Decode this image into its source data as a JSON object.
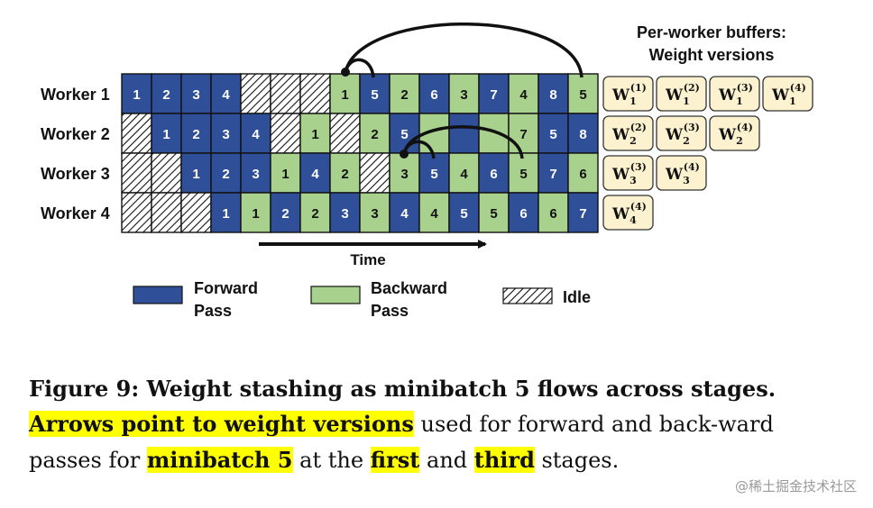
{
  "colors": {
    "forward": "#2f4f98",
    "backward": "#a9d18e",
    "idle_bg": "#ffffff",
    "buffer_fill": "#fdf2cf",
    "buffer_stroke": "#333333",
    "highlight": "#ffff00"
  },
  "workers": [
    "Worker 1",
    "Worker 2",
    "Worker 3",
    "Worker 4"
  ],
  "schedule": [
    [
      [
        "F",
        "1"
      ],
      [
        "F",
        "2"
      ],
      [
        "F",
        "3"
      ],
      [
        "F",
        "4"
      ],
      [
        "I",
        ""
      ],
      [
        "I",
        ""
      ],
      [
        "I",
        ""
      ],
      [
        "B",
        "1"
      ],
      [
        "F",
        "5"
      ],
      [
        "B",
        "2"
      ],
      [
        "F",
        "6"
      ],
      [
        "B",
        "3"
      ],
      [
        "F",
        "7"
      ],
      [
        "B",
        "4"
      ],
      [
        "F",
        "8"
      ],
      [
        "B",
        "5"
      ]
    ],
    [
      [
        "I",
        ""
      ],
      [
        "F",
        "1"
      ],
      [
        "F",
        "2"
      ],
      [
        "F",
        "3"
      ],
      [
        "F",
        "4"
      ],
      [
        "I",
        ""
      ],
      [
        "B",
        "1"
      ],
      [
        "I",
        ""
      ],
      [
        "B",
        "2"
      ],
      [
        "F",
        "5"
      ],
      [
        "B",
        ""
      ],
      [
        "F",
        ""
      ],
      [
        "B",
        ""
      ],
      [
        "B",
        "7"
      ],
      [
        "F",
        "5"
      ],
      [
        "F",
        "8"
      ]
    ],
    [
      [
        "I",
        ""
      ],
      [
        "I",
        ""
      ],
      [
        "F",
        "1"
      ],
      [
        "F",
        "2"
      ],
      [
        "F",
        "3"
      ],
      [
        "B",
        "1"
      ],
      [
        "F",
        "4"
      ],
      [
        "B",
        "2"
      ],
      [
        "I",
        ""
      ],
      [
        "B",
        "3"
      ],
      [
        "F",
        "5"
      ],
      [
        "B",
        "4"
      ],
      [
        "F",
        "6"
      ],
      [
        "B",
        "5"
      ],
      [
        "F",
        "7"
      ],
      [
        "B",
        "6"
      ]
    ],
    [
      [
        "I",
        ""
      ],
      [
        "I",
        ""
      ],
      [
        "I",
        ""
      ],
      [
        "F",
        "1"
      ],
      [
        "B",
        "1"
      ],
      [
        "F",
        "2"
      ],
      [
        "B",
        "2"
      ],
      [
        "F",
        "3"
      ],
      [
        "B",
        "3"
      ],
      [
        "F",
        "4"
      ],
      [
        "B",
        "4"
      ],
      [
        "F",
        "5"
      ],
      [
        "B",
        "5"
      ],
      [
        "F",
        "6"
      ],
      [
        "B",
        "6"
      ],
      [
        "F",
        "7"
      ]
    ]
  ],
  "buffers": {
    "title_line1": "Per-worker buffers:",
    "title_line2": "Weight versions",
    "rows": [
      [
        {
          "sub": "1",
          "sup": "(1)"
        },
        {
          "sub": "1",
          "sup": "(2)"
        },
        {
          "sub": "1",
          "sup": "(3)"
        },
        {
          "sub": "1",
          "sup": "(4)"
        }
      ],
      [
        {
          "sub": "2",
          "sup": "(2)"
        },
        {
          "sub": "2",
          "sup": "(3)"
        },
        {
          "sub": "2",
          "sup": "(4)"
        }
      ],
      [
        {
          "sub": "3",
          "sup": "(3)"
        },
        {
          "sub": "3",
          "sup": "(4)"
        }
      ],
      [
        {
          "sub": "4",
          "sup": "(4)"
        }
      ]
    ],
    "base_letter": "W"
  },
  "time_label": "Time",
  "legend": {
    "forward_line1": "Forward",
    "forward_line2": "Pass",
    "backward_line1": "Backward",
    "backward_line2": "Pass",
    "idle": "Idle"
  },
  "caption": {
    "part1": "Figure 9: Weight stashing as minibatch 5 flows across stages.",
    "hl1": "Arrows point to weight versions",
    "part2": " used for forward and back-ward passes for ",
    "hl2": "minibatch 5",
    "part3": " at the ",
    "hl3": "first",
    "part4": " and ",
    "hl4": "third",
    "part5": " stages."
  },
  "watermark": "@稀土掘金技术社区"
}
